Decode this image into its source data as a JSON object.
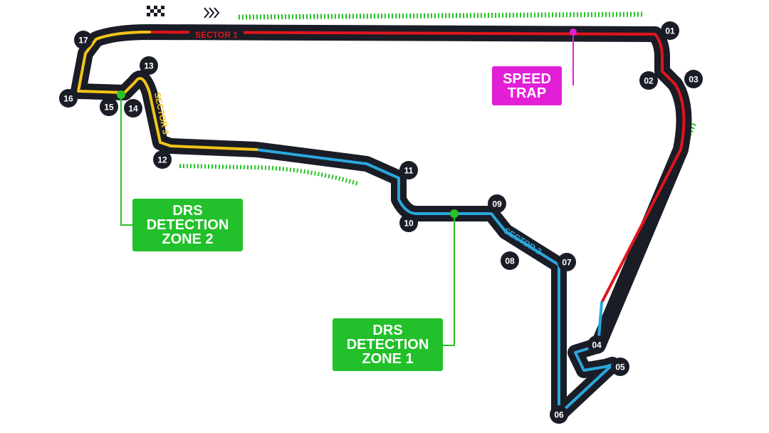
{
  "colors": {
    "track": "#1a1c26",
    "sector1": "#e0151b",
    "sector2": "#2aa6dc",
    "sector3": "#f2c318",
    "drs_zone": "#27c227",
    "speed_trap": "#e21fd6"
  },
  "icons": [
    "chequered-flag-icon",
    "direction-chevrons-icon"
  ],
  "sectors": [
    {
      "label": "SECTOR 1"
    },
    {
      "label": "SECTOR 2"
    },
    {
      "label": "SECTOR 3"
    }
  ],
  "turns": [
    "01",
    "02",
    "03",
    "04",
    "05",
    "06",
    "07",
    "08",
    "09",
    "10",
    "11",
    "12",
    "13",
    "14",
    "15",
    "16",
    "17"
  ],
  "speed_trap": {
    "line1": "SPEED",
    "line2": "TRAP"
  },
  "drs_detection": [
    {
      "line1": "DRS",
      "line2": "DETECTION",
      "line3": "ZONE 1"
    },
    {
      "line1": "DRS",
      "line2": "DETECTION",
      "line3": "ZONE 2"
    }
  ]
}
